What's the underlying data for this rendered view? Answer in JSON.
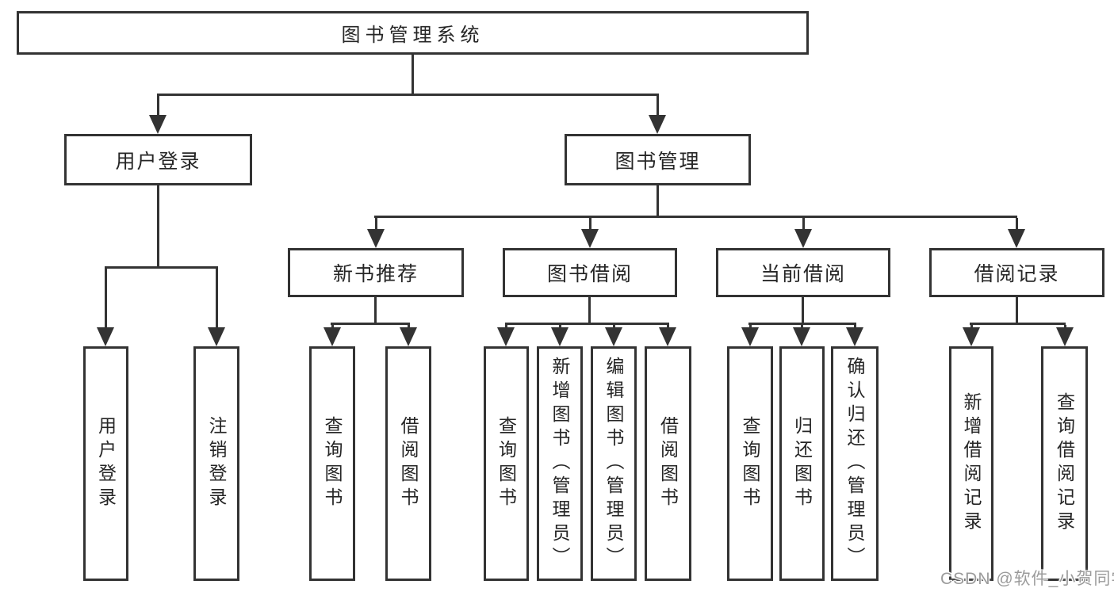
{
  "tree": {
    "label": "图书管理系统",
    "children": [
      {
        "label": "用户登录",
        "children": [
          {
            "label": "用户登录"
          },
          {
            "label": "注销登录"
          }
        ]
      },
      {
        "label": "图书管理",
        "children": [
          {
            "label": "新书推荐",
            "children": [
              {
                "label": "查询图书"
              },
              {
                "label": "借阅图书"
              }
            ]
          },
          {
            "label": "图书借阅",
            "children": [
              {
                "label": "查询图书"
              },
              {
                "label": "新增图书（管理员）"
              },
              {
                "label": "编辑图书（管理员）"
              },
              {
                "label": "借阅图书"
              }
            ]
          },
          {
            "label": "当前借阅",
            "children": [
              {
                "label": "查询图书"
              },
              {
                "label": "归还图书"
              },
              {
                "label": "确认归还（管理员）"
              }
            ]
          },
          {
            "label": "借阅记录",
            "children": [
              {
                "label": "新增借阅记录"
              },
              {
                "label": "查询借阅记录"
              }
            ]
          }
        ]
      }
    ]
  },
  "watermark": {
    "text": "CSDN @软件_小贺同学"
  },
  "colors": {
    "line": "#333333",
    "text": "#262626",
    "background": "#ffffff",
    "watermark": "#9b9b9b"
  }
}
